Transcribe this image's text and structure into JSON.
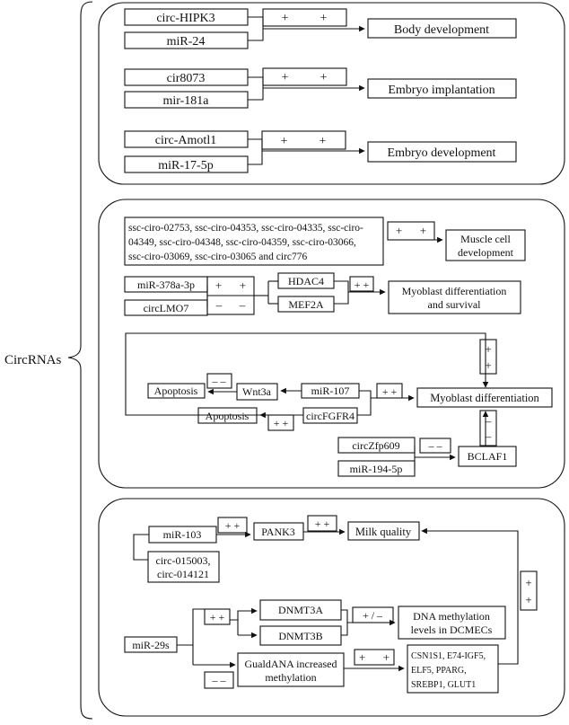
{
  "root_label": "CircRNAs",
  "panel1": {
    "circ_hipk3": "circ-HIPK3",
    "mir_24": "miR-24",
    "signs_1": "+          +",
    "outcome_1": "Body development",
    "cir8073": "cir8073",
    "mir_181a": "mir-181a",
    "signs_2": "+          +",
    "outcome_2": "Embryo implantation",
    "circ_amotl1": "circ-Amotl1",
    "mir_17_5p": "miR-17-5p",
    "signs_3": "+          +",
    "outcome_3": "Embryo development"
  },
  "panel2": {
    "ssc_line1": "ssc-ciro-02753, ssc-ciro-04353, ssc-ciro-04335, ssc-ciro-",
    "ssc_line2": "04349, ssc-ciro-04348, ssc-ciro-04359, ssc-ciro-03066,",
    "ssc_line3": "ssc-ciro-03069, ssc-ciro-03065 and circ776",
    "ssc_signs": "+      +",
    "muscle_line1": "Muscle cell",
    "muscle_line2": "development",
    "mir_378a": "miR-378a-3p",
    "circ_lmo7": "circLMO7",
    "plus_pair": "+      +",
    "minus_pair": "–      –",
    "hdac4": "HDAC4",
    "mef2a": "MEF2A",
    "double_plus": "+ +",
    "myoblast_survival_line1": "Myoblast differentiation",
    "myoblast_survival_line2": "and survival",
    "plus_top": "+",
    "plus_bottom": "+",
    "double_minus_wnt": "– –",
    "apoptosis_1": "Apoptosis",
    "wnt3a": "Wnt3a",
    "mir_107": "miR-107",
    "double_plus_mid": "+ +",
    "myoblast_diff": "Myoblast differentiation",
    "apoptosis_2": "Apoptosis",
    "double_plus_apop": "+ +",
    "circ_fgfr4": "circFGFR4",
    "minus_top": "–",
    "minus_bottom": "–",
    "circ_zfp609": "circZfp609",
    "mir_194_5p": "miR-194-5p",
    "double_minus_bclaf": "– –",
    "bclaf1": "BCLAF1"
  },
  "panel3": {
    "mir_103": "miR-103",
    "double_plus_1": "+ +",
    "pank3": "PANK3",
    "double_plus_2": "+ +",
    "milk_quality": "Milk quality",
    "circ_015003_line1": "circ-015003,",
    "circ_015003_line2": "circ-014121",
    "side_plus_top": "+",
    "side_plus_bottom": "+",
    "double_plus_dnmt": "+ +",
    "dnmt3a": "DNMT3A",
    "plus_minus": "+ / –",
    "dna_methylation_line1": "DNA methylation",
    "dna_methylation_line2": "levels in DCMECs",
    "dnmt3b": "DNMT3B",
    "mir_29s": "miR-29s",
    "double_minus_guald": "– –",
    "guald_line1": "GualdANA increased",
    "guald_line2": "methylation",
    "plus_pair_genes": "+      +",
    "genes_line1": "CSN1S1, E74-IGF5,",
    "genes_line2": "ELF5, PPARG,",
    "genes_line3": "SREBP1, GLUT1"
  }
}
